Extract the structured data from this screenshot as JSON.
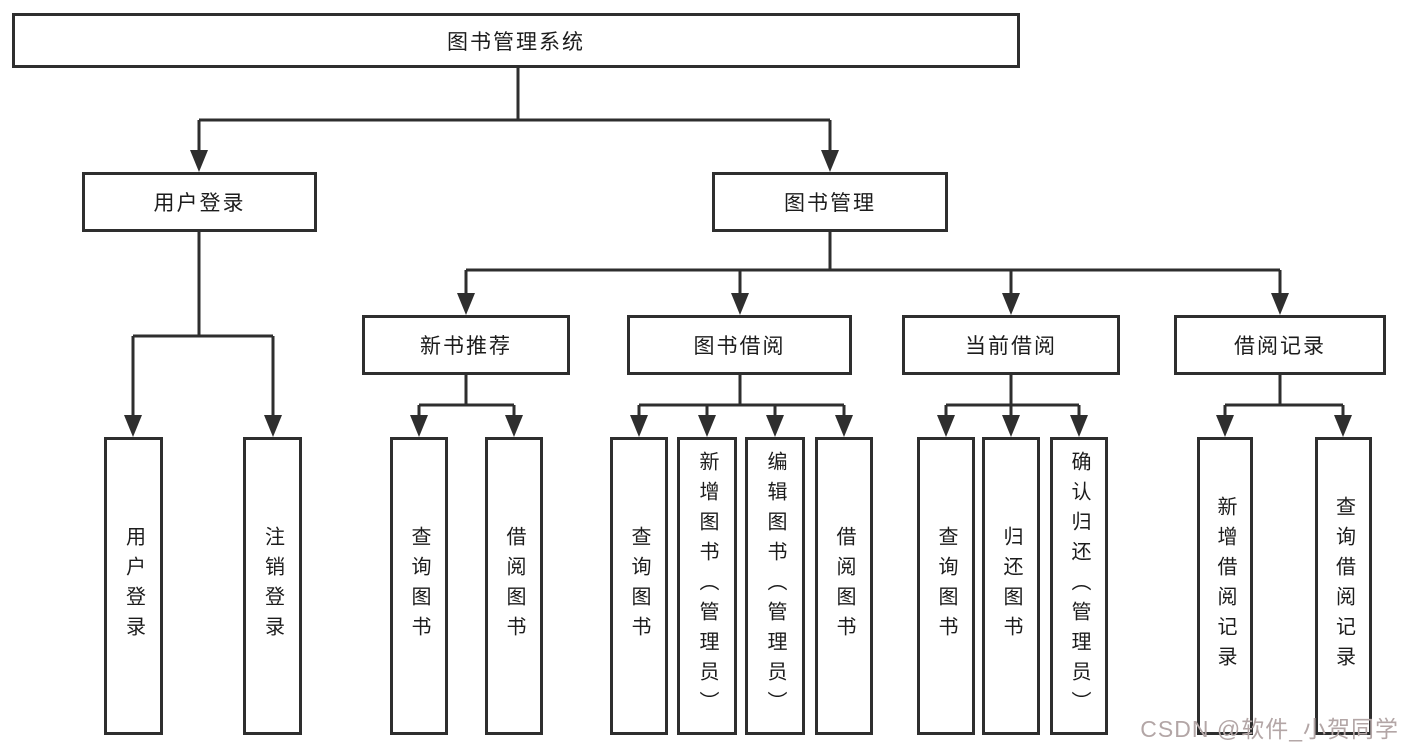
{
  "diagram": {
    "root": {
      "label": "图书管理系统"
    },
    "level2": {
      "user_login": {
        "label": "用户登录"
      },
      "book_mgmt": {
        "label": "图书管理"
      }
    },
    "level3": {
      "new_book_rec": {
        "label": "新书推荐"
      },
      "book_borrow": {
        "label": "图书借阅"
      },
      "current_borrow": {
        "label": "当前借阅"
      },
      "borrow_record": {
        "label": "借阅记录"
      }
    },
    "leaves": {
      "login": {
        "label": "用户登录"
      },
      "logout": {
        "label": "注销登录"
      },
      "rec_query": {
        "label": "查询图书"
      },
      "rec_borrow": {
        "label": "借阅图书"
      },
      "bb_query": {
        "label": "查询图书"
      },
      "bb_add": {
        "label": "新增图书（管理员）"
      },
      "bb_edit": {
        "label": "编辑图书（管理员）"
      },
      "bb_borrow": {
        "label": "借阅图书"
      },
      "cb_query": {
        "label": "查询图书"
      },
      "cb_return": {
        "label": "归还图书"
      },
      "cb_confirm": {
        "label": "确认归还（管理员）"
      },
      "br_add": {
        "label": "新增借阅记录"
      },
      "br_query": {
        "label": "查询借阅记录"
      }
    }
  },
  "watermark": {
    "text": "CSDN @软件_小贺同学"
  },
  "colors": {
    "line": "#2e2e2e",
    "box_background": "#ffffff",
    "text": "#1c1c1c",
    "watermark": "#b3a6a6"
  }
}
